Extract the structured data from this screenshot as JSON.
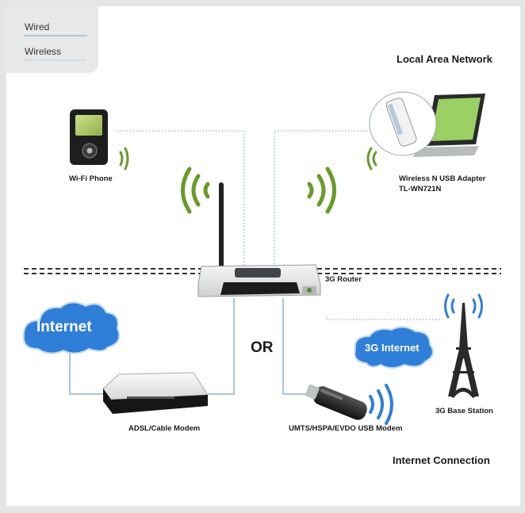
{
  "legend": {
    "wired": "Wired",
    "wireless": "Wireless"
  },
  "sections": {
    "lan": "Local Area Network",
    "internet": "Internet Connection"
  },
  "devices": {
    "wifi_phone": "Wi-Fi Phone",
    "usb_adapter_line1": "Wireless N USB Adapter",
    "usb_adapter_line2": "TL-WN721N",
    "router": "3G Router",
    "modem": "ADSL/Cable Modem",
    "usb_modem": "UMTS/HSPA/EVDO USB Modem",
    "base_station": "3G Base Station"
  },
  "clouds": {
    "internet": "Internet",
    "internet_3g": "3G Internet"
  },
  "or_label": "OR",
  "colors": {
    "wired": "#8eb0d6",
    "wireless": "#8eb0d6",
    "signal": "#6a9a2a",
    "cloud": "#2f7fd8",
    "cloud_text": "#ffffff"
  }
}
